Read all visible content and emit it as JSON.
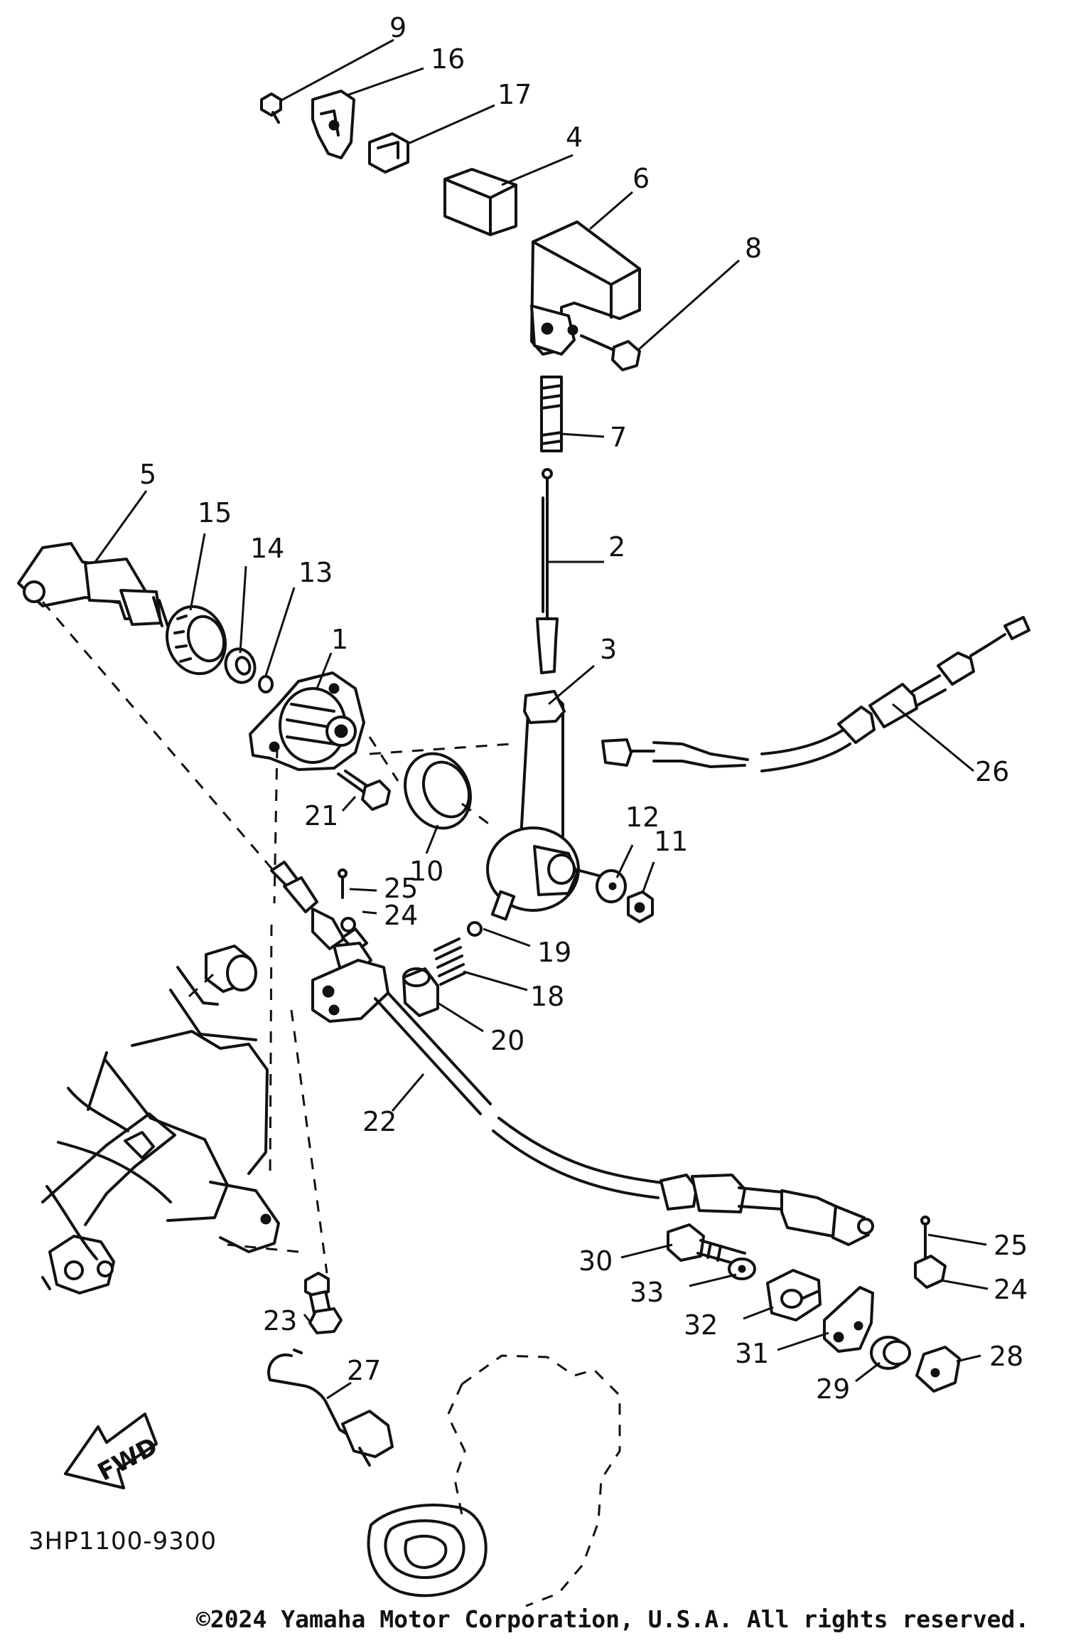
{
  "diagram": {
    "code": "3HP1100-9300",
    "fwd_label": "FWD",
    "copyright": "©2024 Yamaha Motor Corporation, U.S.A. All rights reserved.",
    "callouts": [
      {
        "id": "9",
        "label": "9"
      },
      {
        "id": "16",
        "label": "16"
      },
      {
        "id": "17",
        "label": "17"
      },
      {
        "id": "4",
        "label": "4"
      },
      {
        "id": "6",
        "label": "6"
      },
      {
        "id": "8",
        "label": "8"
      },
      {
        "id": "7",
        "label": "7"
      },
      {
        "id": "5",
        "label": "5"
      },
      {
        "id": "15",
        "label": "15"
      },
      {
        "id": "14",
        "label": "14"
      },
      {
        "id": "13",
        "label": "13"
      },
      {
        "id": "1",
        "label": "1"
      },
      {
        "id": "2",
        "label": "2"
      },
      {
        "id": "3",
        "label": "3"
      },
      {
        "id": "26",
        "label": "26"
      },
      {
        "id": "21",
        "label": "21"
      },
      {
        "id": "10",
        "label": "10"
      },
      {
        "id": "12",
        "label": "12"
      },
      {
        "id": "11",
        "label": "11"
      },
      {
        "id": "25a",
        "label": "25"
      },
      {
        "id": "24a",
        "label": "24"
      },
      {
        "id": "19",
        "label": "19"
      },
      {
        "id": "18",
        "label": "18"
      },
      {
        "id": "20",
        "label": "20"
      },
      {
        "id": "22",
        "label": "22"
      },
      {
        "id": "25b",
        "label": "25"
      },
      {
        "id": "30",
        "label": "30"
      },
      {
        "id": "24b",
        "label": "24"
      },
      {
        "id": "33",
        "label": "33"
      },
      {
        "id": "32",
        "label": "32"
      },
      {
        "id": "31",
        "label": "31"
      },
      {
        "id": "28",
        "label": "28"
      },
      {
        "id": "29",
        "label": "29"
      },
      {
        "id": "23",
        "label": "23"
      },
      {
        "id": "27",
        "label": "27"
      }
    ]
  }
}
